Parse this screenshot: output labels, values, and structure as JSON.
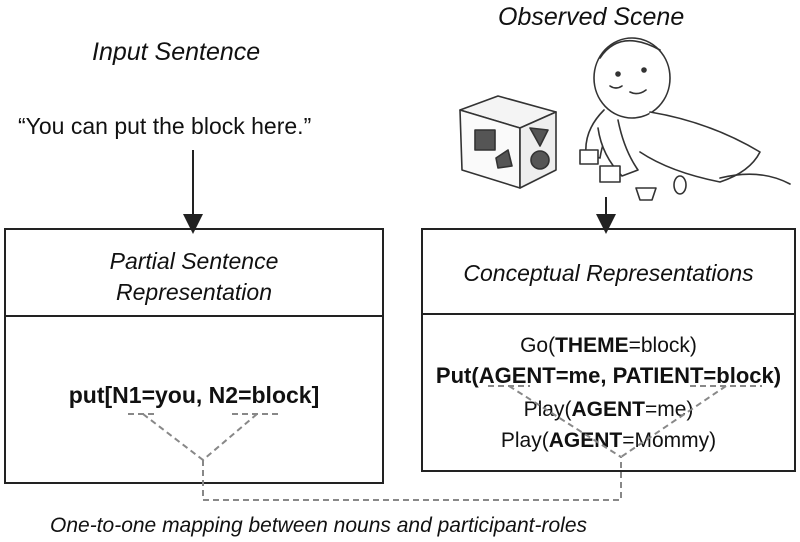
{
  "left": {
    "heading": "Input Sentence",
    "sentence": "“You can put the block here.”",
    "box_title_line1": "Partial Sentence",
    "box_title_line2": "Representation",
    "representation": {
      "verb": "put[",
      "n1_role": "N1",
      "n1_value": "=you, ",
      "n2_role": "N2",
      "n2_value": "=block]"
    }
  },
  "right": {
    "heading": "Observed Scene",
    "scene_image": "baby-with-shape-sorter-illustration",
    "box_title": "Conceptual Representations",
    "lines": [
      {
        "pred": "Go(",
        "role1": "THEME",
        "val1": "=block)"
      },
      {
        "pred": "Put(",
        "role1": "AGENT",
        "val1": "=me, ",
        "role2": "PATIENT",
        "val2": "=block)"
      },
      {
        "pred": "Play(",
        "role1": "AGENT",
        "val1": "=me)"
      },
      {
        "pred": "Play(",
        "role1": "AGENT",
        "val1": "=Mommy)"
      }
    ]
  },
  "footer": {
    "caption": "One-to-one mapping between nouns and participant-roles"
  },
  "colors": {
    "line": "#222222",
    "dashed": "#888888"
  }
}
